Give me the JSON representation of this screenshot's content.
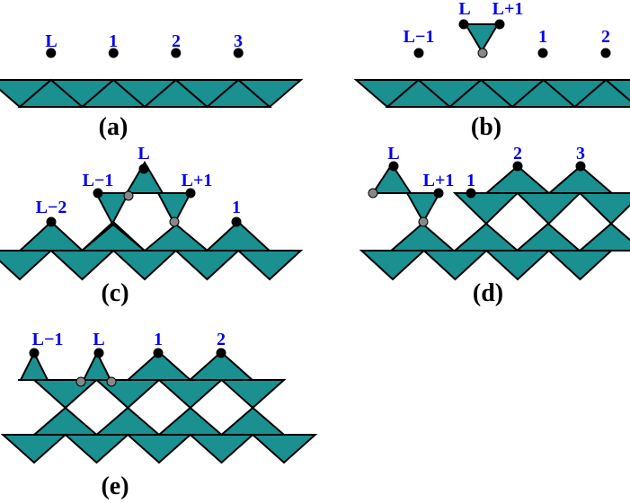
{
  "colors": {
    "triangle_fill": "#1a9090",
    "label_color": "#0000ee",
    "site_color": "#000000",
    "junction_color": "#888888"
  },
  "panels": {
    "a": {
      "caption": "(a)",
      "labels": {
        "l0": "L",
        "l1": "1",
        "l2": "2",
        "l3": "3"
      }
    },
    "b": {
      "caption": "(b)",
      "labels": {
        "lm1": "L−1",
        "l": "L",
        "lp1": "L+1",
        "l1": "1",
        "l2": "2"
      }
    },
    "c": {
      "caption": "(c)",
      "labels": {
        "lm2": "L−2",
        "lm1": "L−1",
        "l": "L",
        "lp1": "L+1",
        "l1": "1"
      }
    },
    "d": {
      "caption": "(d)",
      "labels": {
        "l": "L",
        "lp1": "L+1",
        "l1": "1",
        "l2": "2",
        "l3": "3"
      }
    },
    "e": {
      "caption": "(e)",
      "labels": {
        "lm1": "L−1",
        "l": "L",
        "l1": "1",
        "l2": "2"
      }
    }
  }
}
